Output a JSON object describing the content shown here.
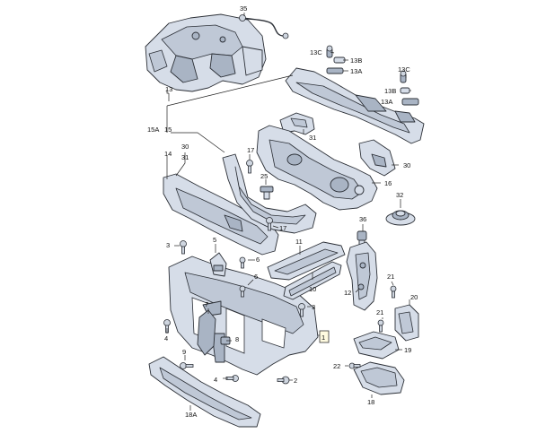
{
  "callouts": {
    "c35": "35",
    "c13c_a": "13C",
    "c13b_a": "13B",
    "c13a_a": "13A",
    "c13c_b": "13C",
    "c13b_b": "13B",
    "c13a_b": "13A",
    "c13": "13",
    "c15a": "15A",
    "c15": "15",
    "c31": "31",
    "c30_a": "30",
    "c31_b": "31",
    "c14": "14",
    "c17_a": "17",
    "c30_b": "30",
    "c16": "16",
    "c25": "25",
    "c32": "32",
    "c17_b": "17",
    "c36": "36",
    "c3_a": "3",
    "c5": "5",
    "c11": "11",
    "c6_a": "6",
    "c6_b": "6",
    "c10": "10",
    "c12": "12",
    "c21_a": "21",
    "c20": "20",
    "c3_b": "3",
    "c7": "7",
    "c21_b": "21",
    "c4": "4",
    "c1": "1",
    "c9": "9",
    "c19": "19",
    "c8": "8",
    "c22": "22",
    "c4_b": "4",
    "c2": "2",
    "c18": "18",
    "c18a": "18A"
  }
}
